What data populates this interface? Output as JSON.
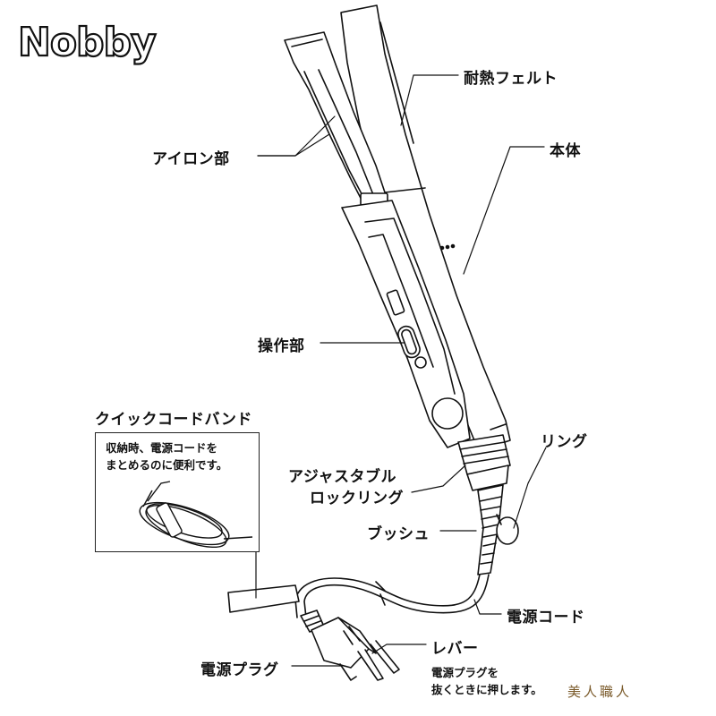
{
  "brand": {
    "logo_text": "Nobby"
  },
  "labels": {
    "heat_felt": "耐熱フェルト",
    "iron_part": "アイロン部",
    "body": "本体",
    "control_part": "操作部",
    "quick_cord_band": "クイックコードバンド",
    "adjustable_lock_ring_line1": "アジャスタブル",
    "adjustable_lock_ring_line2": "ロックリング",
    "ring": "リング",
    "bush": "ブッシュ",
    "power_cord": "電源コード",
    "lever": "レバー",
    "power_plug": "電源プラグ"
  },
  "notes": {
    "band_note_line1": "収納時、電源コードを",
    "band_note_line2": "まとめるのに便利です。",
    "lever_note_line1": "電源プラグを",
    "lever_note_line2": "抜くときに押します。"
  },
  "watermark": {
    "text": "美人職人"
  }
}
